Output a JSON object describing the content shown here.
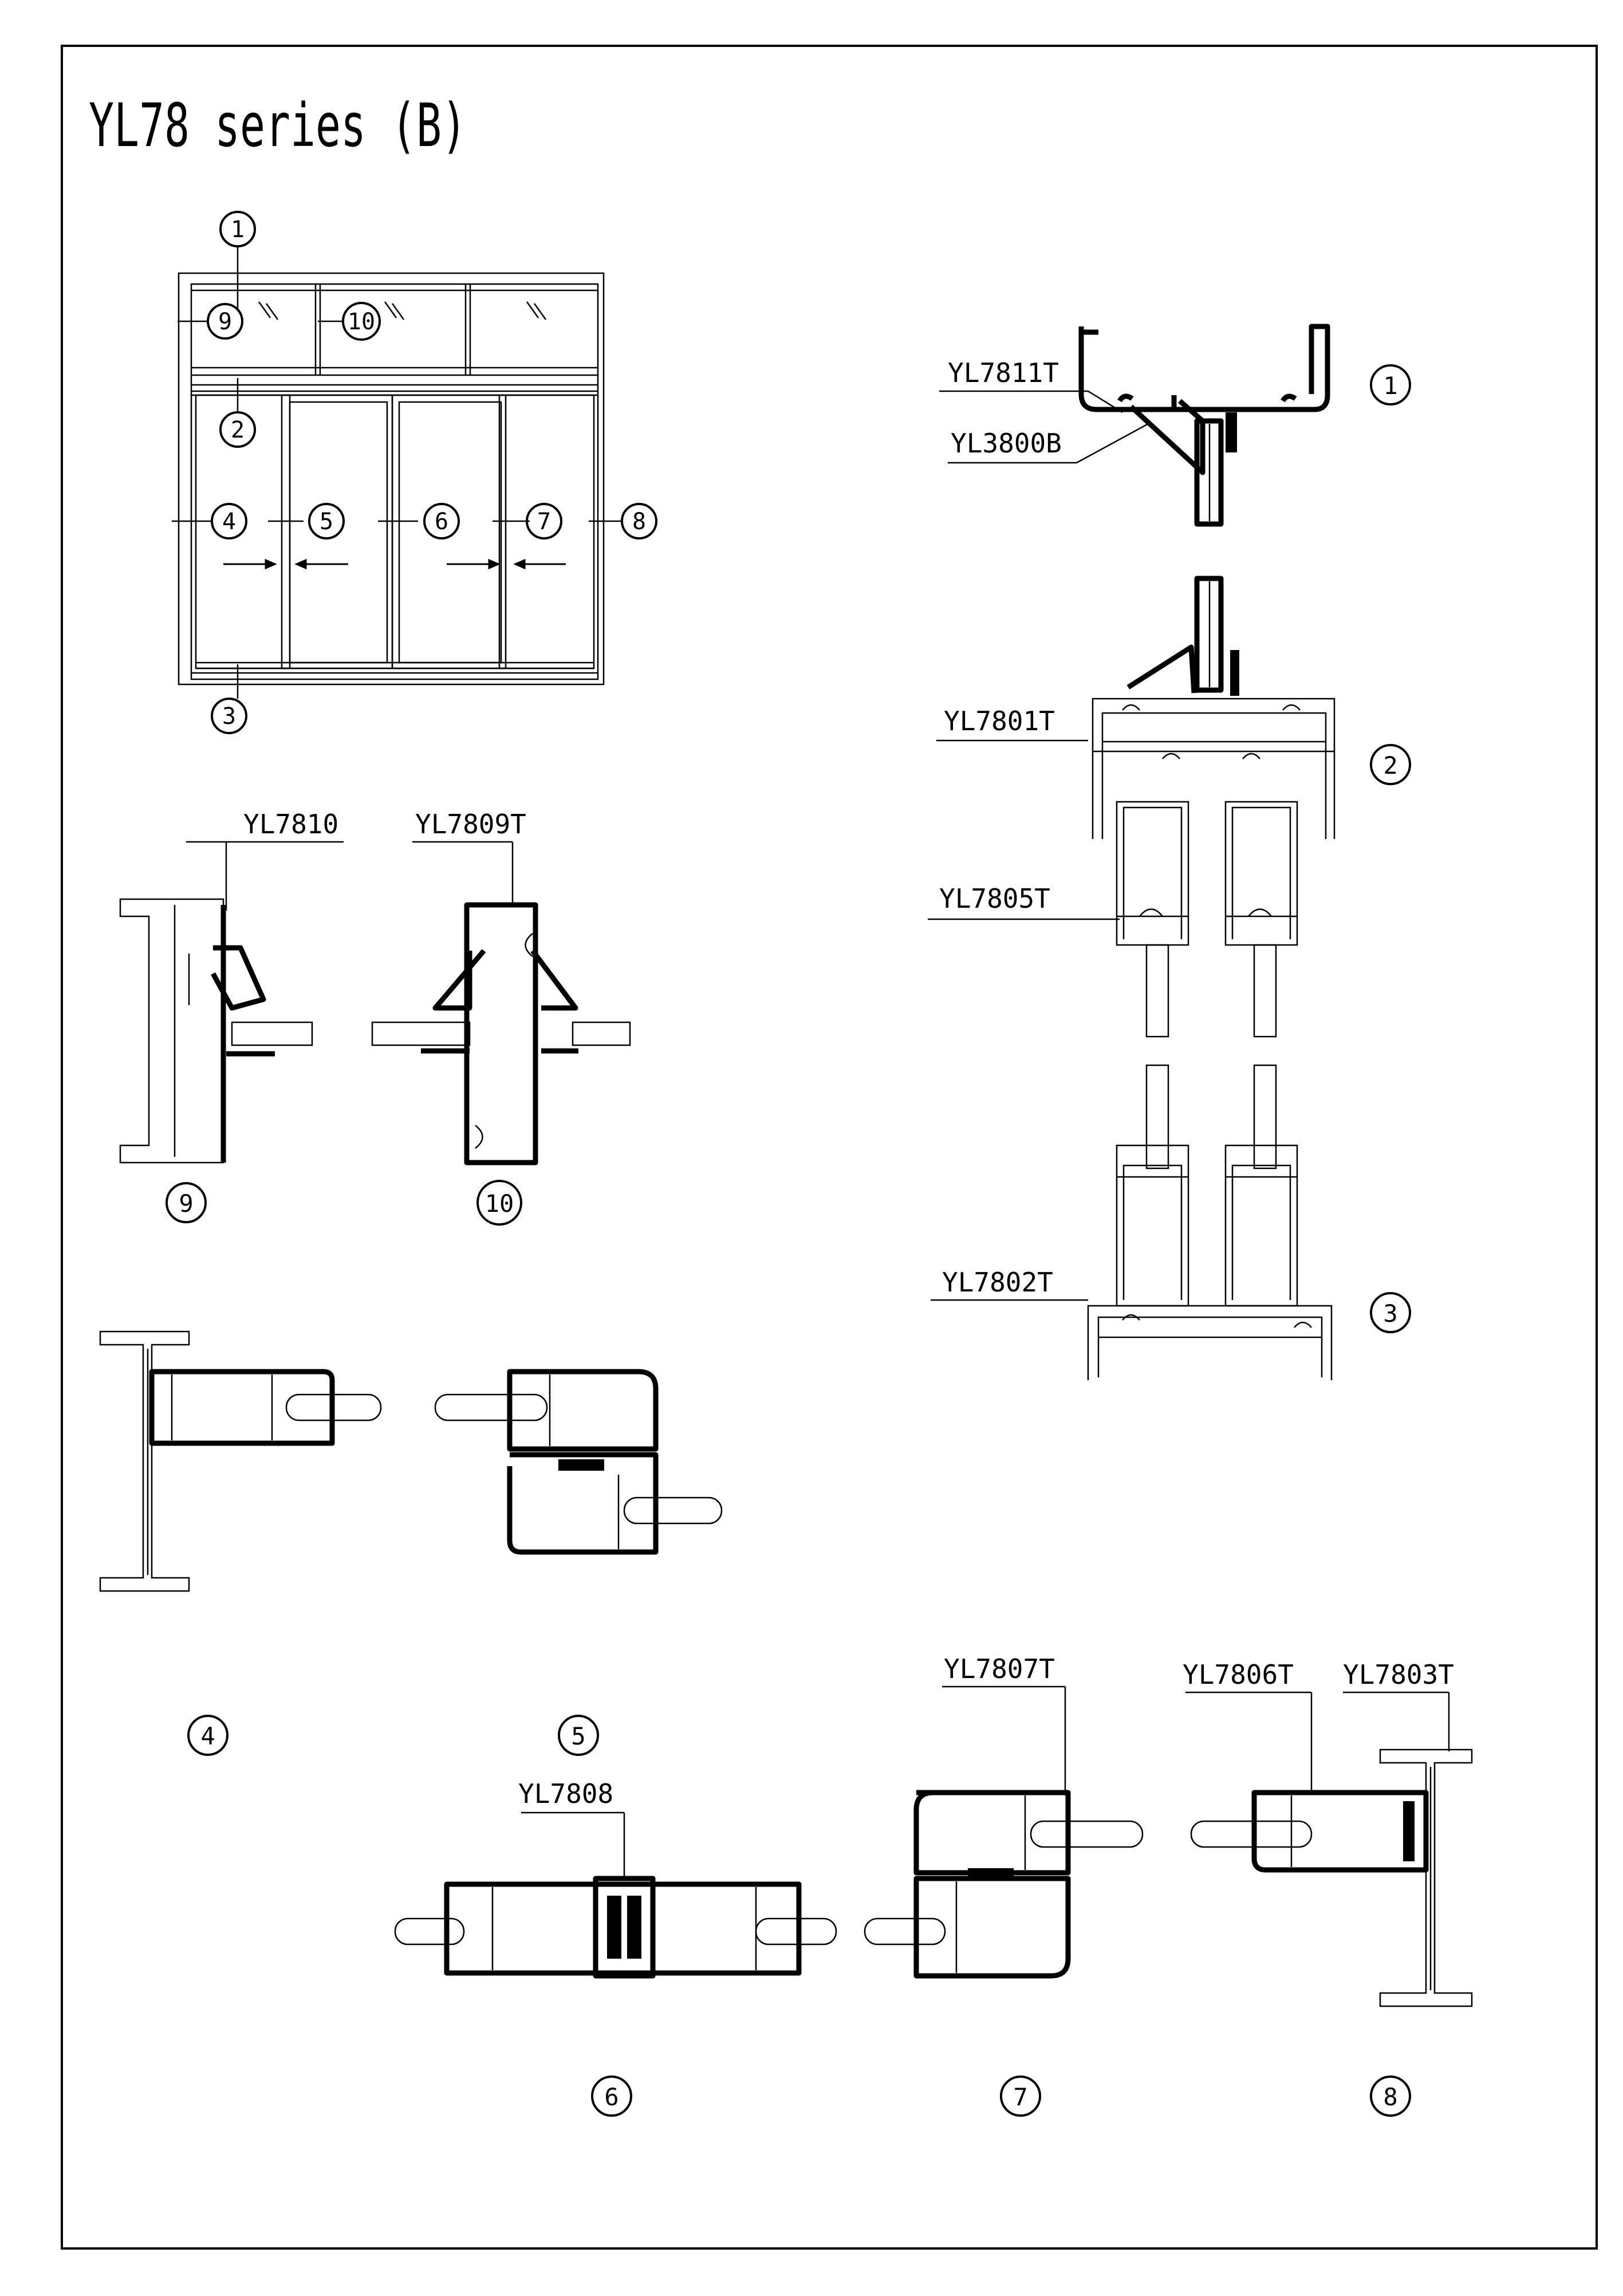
{
  "title": "YL78 series (B)",
  "elevation": {
    "callouts": [
      "1",
      "2",
      "3",
      "4",
      "5",
      "6",
      "7",
      "8",
      "9",
      "10"
    ]
  },
  "profiles": {
    "yl7811t": "YL7811T",
    "yl3800b": "YL3800B",
    "yl7801t": "YL7801T",
    "yl7805t": "YL7805T",
    "yl7802t": "YL7802T",
    "yl7810": "YL7810",
    "yl7809t": "YL7809T",
    "yl7807t": "YL7807T",
    "yl7806t": "YL7806T",
    "yl7803t": "YL7803T",
    "yl7808": "YL7808"
  },
  "section_markers": {
    "s1": "1",
    "s2": "2",
    "s3": "3",
    "s4": "4",
    "s5": "5",
    "s6": "6",
    "s7": "7",
    "s8": "8",
    "s9": "9",
    "s10": "10"
  },
  "colors": {
    "ink": "#000000",
    "paper": "#ffffff"
  }
}
